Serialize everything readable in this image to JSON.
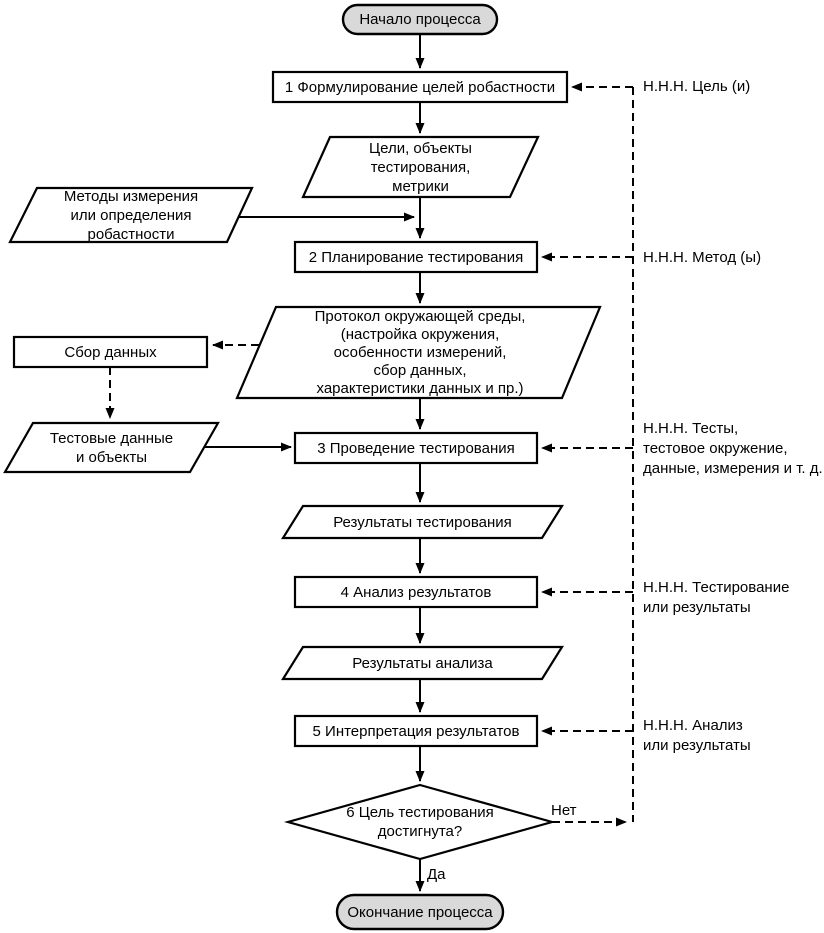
{
  "flow": {
    "start_label": "Начало процесса",
    "end_label": "Окончание процесса",
    "steps": {
      "step1": "1 Формулирование целей робастности",
      "step2": "2 Планирование тестирования",
      "step3": "3 Проведение тестирования",
      "step4": "4 Анализ результатов",
      "step5": "5 Интерпретация результатов",
      "decision": "6 Цель тестирования\nдостигнута?"
    },
    "data_items": {
      "goals": "Цели, объекты\nтестирования,\nметрики",
      "methods": "Методы измерения\nили определения\nробастности",
      "protocol": "Протокол окружающей среды,\n(настройка окружения,\nособенности измерений,\nсбор данных,\nхарактеристики данных и пр.)",
      "data_collection": "Сбор данных",
      "test_data": "Тестовые данные\nи объекты",
      "test_results": "Результаты тестирования",
      "analysis_results": "Результаты анализа"
    },
    "annotations": {
      "goal": "Н.Н.Н. Цель (и)",
      "method": "Н.Н.Н. Метод (ы)",
      "tests": "Н.Н.Н. Тесты,\nтестовое окружение,\nданные, измерения и т. д.",
      "testing": "Н.Н.Н. Тестирование\nили результаты",
      "analysis": "Н.Н.Н. Анализ\nили результаты"
    },
    "branch_labels": {
      "no": "Нет",
      "yes": "Да"
    },
    "colors": {
      "terminator_fill": "#d9d9d9",
      "shape_fill": "#ffffff",
      "line": "#000000"
    }
  }
}
